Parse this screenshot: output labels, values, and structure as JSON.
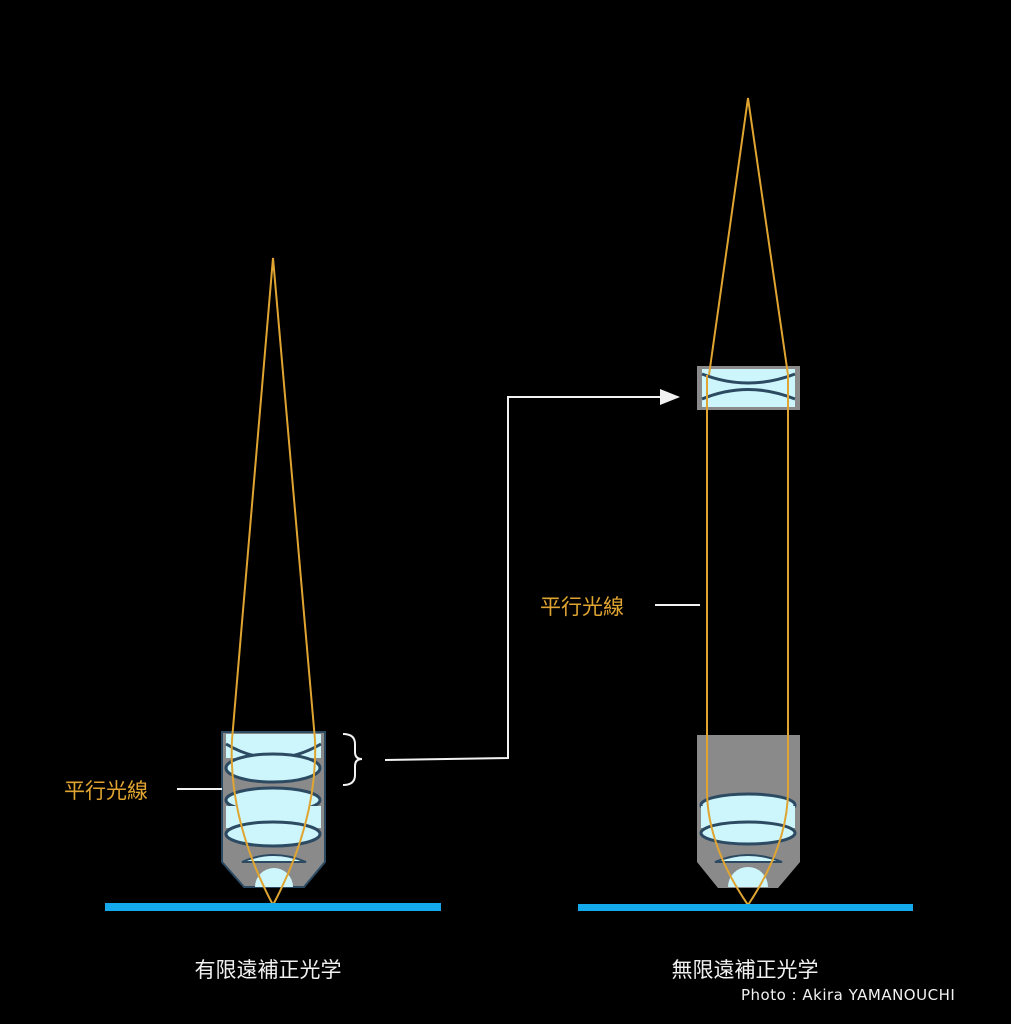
{
  "left": {
    "title": "有限遠補正光学",
    "label": "平行光線"
  },
  "right": {
    "title": "無限遠補正光学",
    "label": "平行光線"
  },
  "credit": "Photo : Akira YAMANOUCHI",
  "colors": {
    "ray": "#e0a531",
    "glass": "#ccf6fb",
    "body": "#8a8a8a",
    "slide": "#13a9ea",
    "lens_edge": "#2c4a62"
  }
}
